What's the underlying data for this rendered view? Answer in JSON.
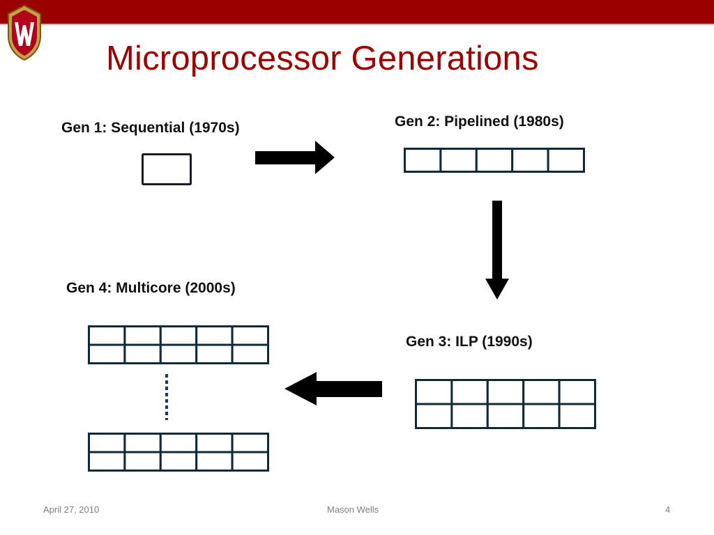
{
  "slide": {
    "title": "Microprocessor Generations",
    "footer": {
      "date": "April 27, 2010",
      "author": "Mason Wells",
      "page_number": "4"
    }
  },
  "diagram": {
    "generations": [
      {
        "label": "Gen 1: Sequential (1970s)",
        "rows": 1,
        "cols": 1
      },
      {
        "label": "Gen 2: Pipelined (1980s)",
        "rows": 1,
        "cols": 5
      },
      {
        "label": "Gen 3: ILP (1990s)",
        "rows": 2,
        "cols": 5
      },
      {
        "label": "Gen 4: Multicore (2000s)",
        "rows": 2,
        "cols": 5
      }
    ],
    "flow": [
      "right",
      "down",
      "left"
    ]
  },
  "colors": {
    "brand_red": "#9b0000",
    "grid_stroke": "#0f2a36",
    "arrow": "#000000",
    "dots": "#1f3864",
    "footer_text": "#7f7f7f"
  },
  "icons": {
    "logo": "university-crest-icon"
  }
}
